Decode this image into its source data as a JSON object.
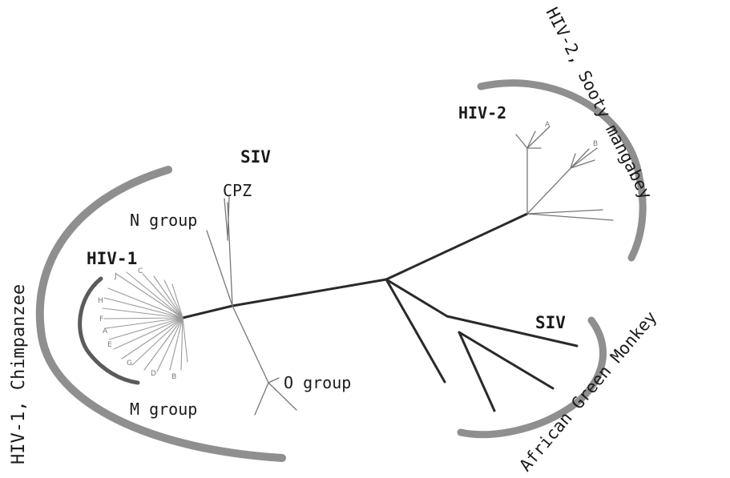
{
  "labels": {
    "hiv1_chimpanzee": "HIV-1, Chimpanzee",
    "hiv2_sooty": "HIV-2, Sooty mangabey",
    "african_green_monkey": "African Green Monkey",
    "siv_top": "SIV",
    "cpz": "CPZ",
    "n_group": "N group",
    "hiv1": "HIV-1",
    "hiv2": "HIV-2",
    "siv_agm": "SIV",
    "o_group": "O group",
    "m_group": "M group"
  },
  "subtypes_m": [
    "J",
    "C",
    "H",
    "F",
    "A",
    "E",
    "G",
    "D",
    "B"
  ],
  "subtypes_hiv2": [
    "A",
    "B"
  ]
}
